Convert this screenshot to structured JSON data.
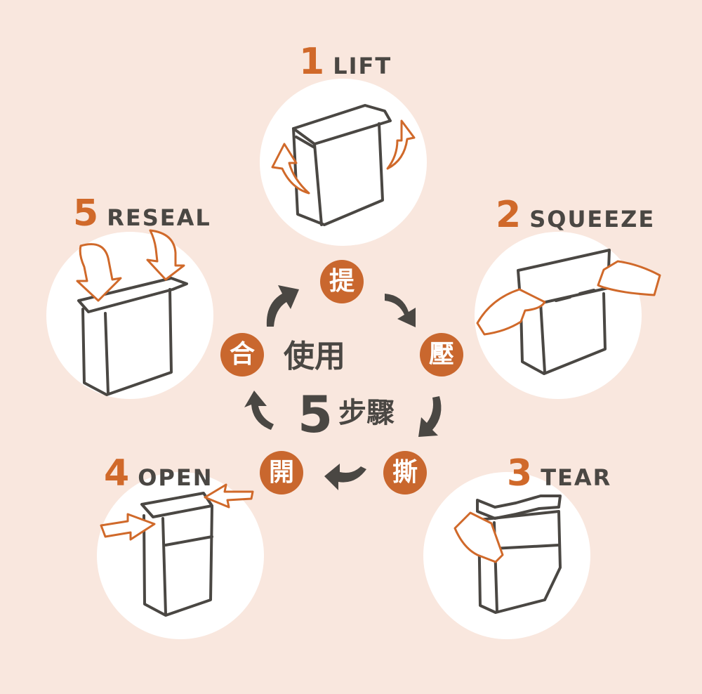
{
  "steps": [
    {
      "num": "1",
      "word": "LIFT",
      "cn": "提"
    },
    {
      "num": "2",
      "word": "SQUEEZE",
      "cn": "壓"
    },
    {
      "num": "3",
      "word": "TEAR",
      "cn": "撕"
    },
    {
      "num": "4",
      "word": "OPEN",
      "cn": "開"
    },
    {
      "num": "5",
      "word": "RESEAL",
      "cn": "合"
    }
  ],
  "center": {
    "line1": "使用",
    "num": "5",
    "line2": "步驟"
  },
  "colors": {
    "background": "#f9e7de",
    "accent": "#d0692a",
    "badge": "#c9672e",
    "ink": "#4a4743",
    "disc": "#ffffff"
  }
}
